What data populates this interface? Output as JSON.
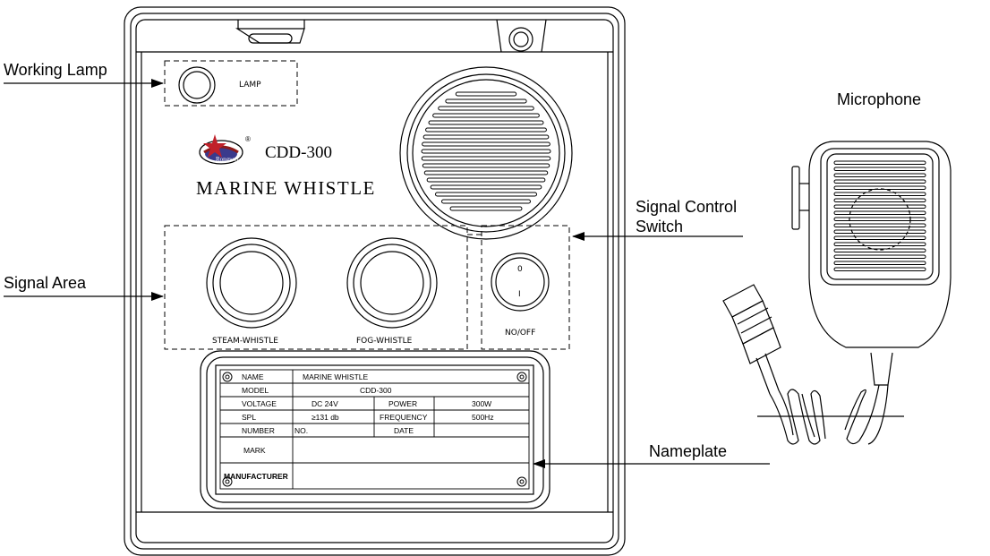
{
  "callouts": {
    "working_lamp": "Working Lamp",
    "signal_area": "Signal Area",
    "signal_control_switch_line1": "Signal Control",
    "signal_control_switch_line2": "Switch",
    "nameplate": "Nameplate",
    "microphone": "Microphone"
  },
  "panel": {
    "lamp_label": "LAMP",
    "logo_text": "Rongwei",
    "model": "CDD-300",
    "product_name": "MARINE WHISTLE",
    "steam_whistle": "STEAM-WHISTLE",
    "fog_whistle": "FOG-WHISTLE",
    "switch_label": "NO/OFF",
    "switch_on_mark": "0",
    "switch_off_mark": "I"
  },
  "nameplate": {
    "name_label": "NAME",
    "name_value": "MARINE WHISTLE",
    "model_label": "MODEL",
    "model_value": "CDD-300",
    "voltage_label": "VOLTAGE",
    "voltage_value": "DC 24V",
    "power_label": "POWER",
    "power_value": "300W",
    "spl_label": "SPL",
    "spl_value": "≥131 db",
    "frequency_label": "FREQUENCY",
    "frequency_value": "500Hz",
    "number_label": "NUMBER",
    "number_value": "NO.",
    "date_label": "DATE",
    "mark_label": "MARK",
    "manufacturer_label": "MANUFACTURER"
  }
}
